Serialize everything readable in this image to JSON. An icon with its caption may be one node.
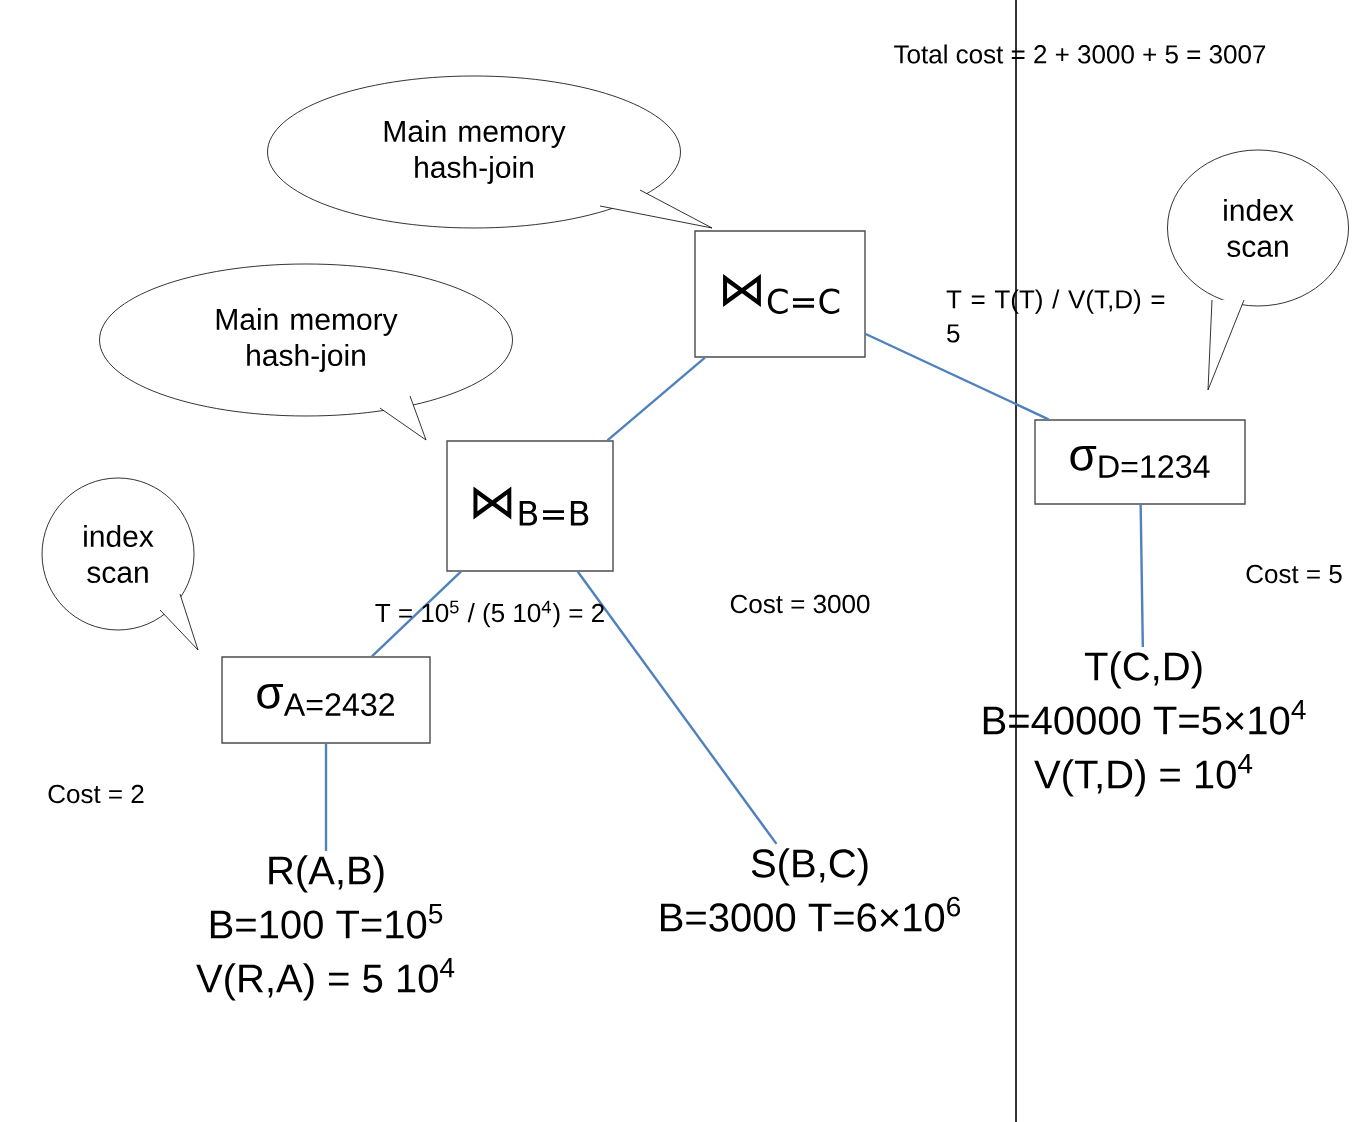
{
  "diagram": {
    "nodes": [
      {
        "text": [
          "⋈$_{C=C}$"
        ]
      },
      {
        "text": [
          "⋈$_{B=B}$"
        ]
      },
      {
        "text": [
          "σ$_{D=1234}$"
        ]
      },
      {
        "text": [
          "σ$_{A=2432}$"
        ]
      },
      {
        "text": [
          "R(A,B)",
          "B=100 T=10$^{5}$",
          "V(R,A) = 5 10$^{4}$"
        ]
      },
      {
        "text": [
          "S(B,C)",
          "B=3000 T=6×10$^{6}$"
        ]
      },
      {
        "text": [
          "T(C,D)",
          "B=40000 T=5×10$^{4}$",
          "V(T,D) = 10$^{4}$"
        ]
      },
      {
        "text": [
          "Main memory hash-join"
        ]
      },
      {
        "text": [
          "Main memory hash-join"
        ]
      },
      {
        "text": [
          "index scan"
        ]
      },
      {
        "text": [
          "index scan"
        ]
      }
    ],
    "edges": [
      {
        "from": 0,
        "to": 1,
        "arrow": "none",
        "color": "#4f81bd"
      },
      {
        "from": 0,
        "to": 2,
        "arrow": "none",
        "color": "#4f81bd"
      },
      {
        "from": 1,
        "to": 3,
        "arrow": "none",
        "color": "#4f81bd"
      },
      {
        "from": 1,
        "to": 5,
        "arrow": "none",
        "color": "#4f81bd"
      },
      {
        "from": 3,
        "to": 4,
        "arrow": "none",
        "color": "#4f81bd"
      },
      {
        "from": 2,
        "to": 6,
        "arrow": "none",
        "color": "#4f81bd"
      }
    ],
    "labels": [
      "Total cost = 2 + 3000 + 5 = 3007",
      "T = T(T) / V(T,D) = 5",
      "T = 10$^{5}$ / (5 10$^{4}$) = 2",
      "Cost = 3000",
      "Cost = 5",
      "Cost = 2"
    ]
  }
}
